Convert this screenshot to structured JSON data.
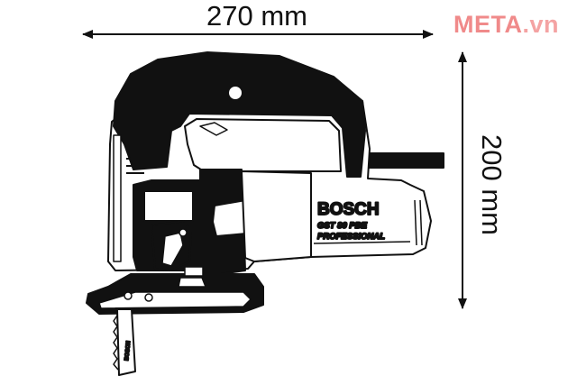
{
  "dimensions": {
    "width_label": "270 mm",
    "height_label": "200 mm"
  },
  "tool_label": {
    "brand": "BOSCH",
    "model": "GST 80 PBE",
    "line": "PROFESSIONAL"
  },
  "blade_text": "BOSCH",
  "watermark": {
    "text_a": "META",
    "text_b": ".vn",
    "color_a": "#f08a8a",
    "color_b": "#f4a3a3"
  },
  "colors": {
    "ink": "#111111",
    "paper": "#ffffff"
  },
  "icons": [
    "dimension-arrow",
    "jigsaw-illustration"
  ]
}
